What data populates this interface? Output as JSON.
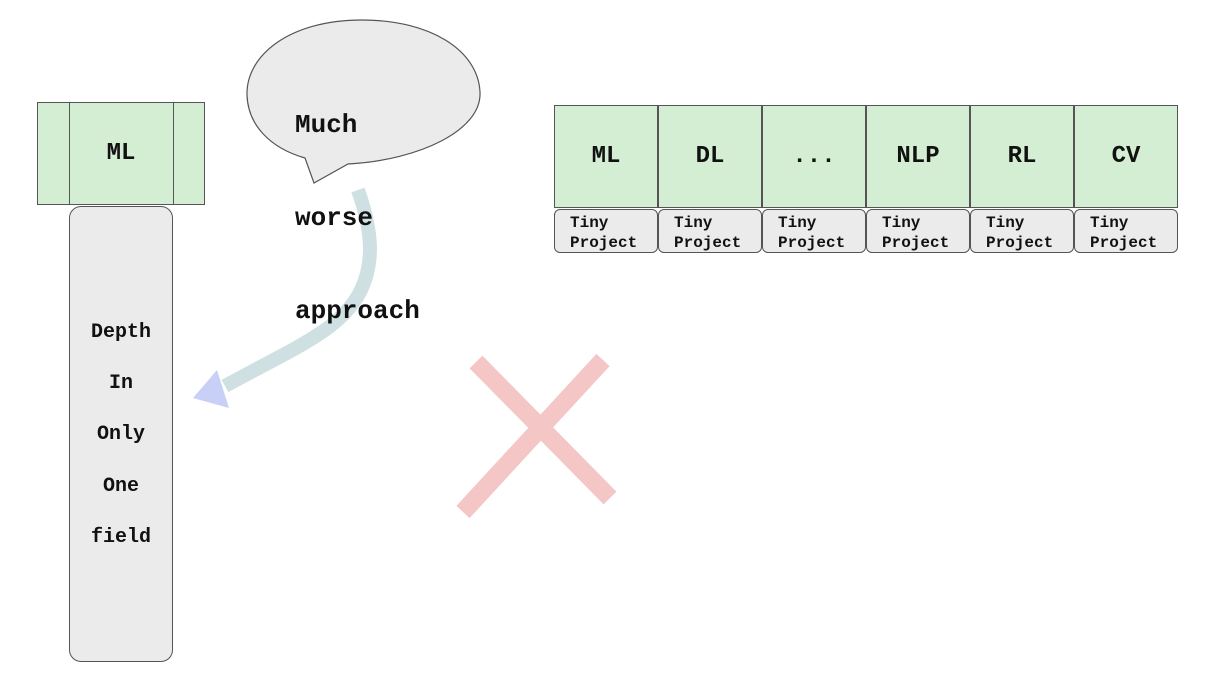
{
  "left_stack": {
    "field_label": "ML",
    "depth_words": [
      "Depth",
      "In",
      "Only",
      "One",
      "field"
    ]
  },
  "speech_bubble": {
    "lines": [
      "Much",
      "worse",
      "approach"
    ]
  },
  "breadth_row": {
    "fields": [
      "ML",
      "DL",
      "...",
      "NLP",
      "RL",
      "CV"
    ],
    "project_line1": "Tiny",
    "project_line2": "Project"
  },
  "colors": {
    "field_fill": "#d4eed4",
    "column_fill": "#ebebeb",
    "outline": "#555555",
    "arrow": "#cfe0e3",
    "arrow_head": "#c9d0f8",
    "cross": "#f5c6c6"
  },
  "icons": [
    "speech-bubble-icon",
    "curved-arrow-icon",
    "cross-mark-icon"
  ]
}
